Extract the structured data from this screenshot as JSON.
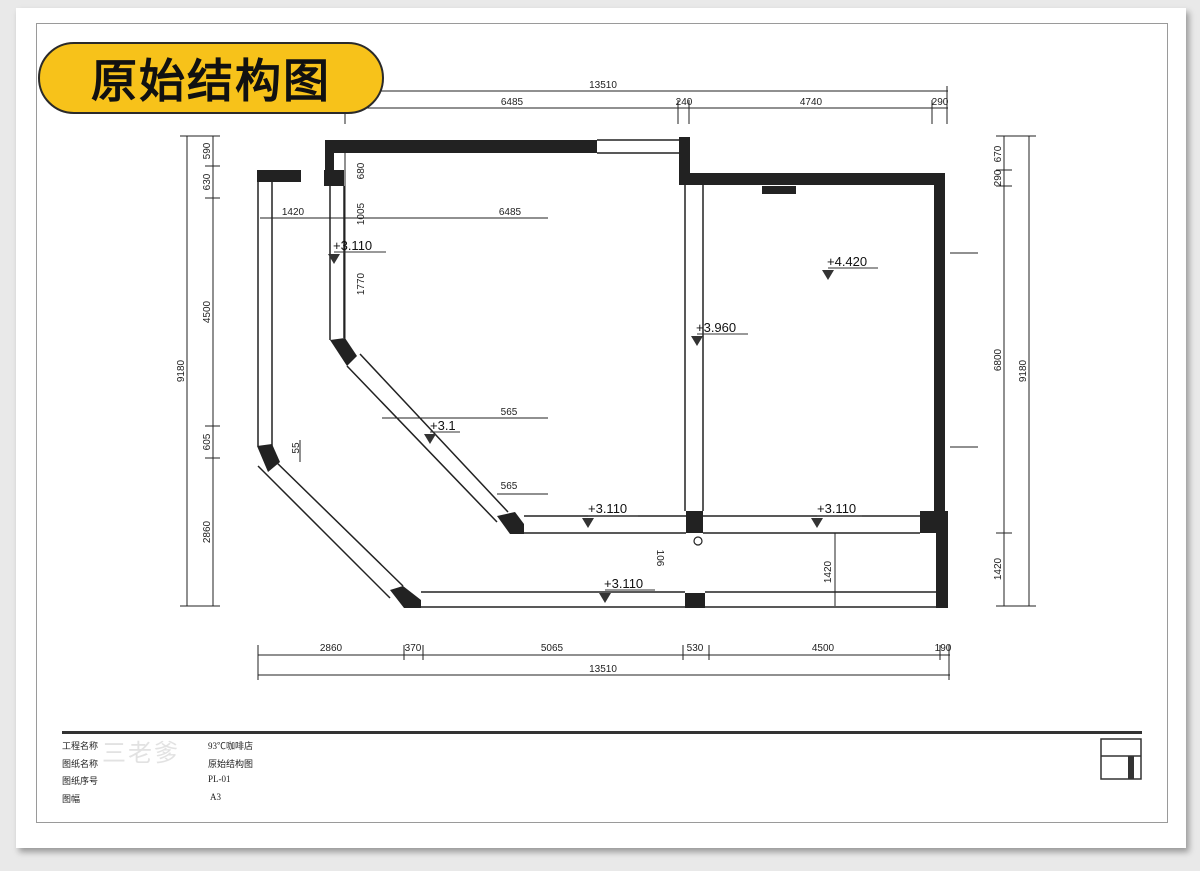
{
  "title_badge": "原始结构图",
  "dimensions": {
    "top_total": "13510",
    "top_segments": [
      "6485",
      "240",
      "4740",
      "290"
    ],
    "bottom_segments": [
      "2860",
      "370",
      "5065",
      "530",
      "4500",
      "190"
    ],
    "bottom_total": "13510",
    "left_outer_total": "9180",
    "left_segments": [
      "590",
      "630",
      "4500",
      "605",
      "2860"
    ],
    "right_outer_total": "9180",
    "right_segments": [
      "670",
      "290",
      "6800",
      "1420"
    ],
    "inner_1420": "1420",
    "inner_6485": "6485",
    "inner_680": "680",
    "inner_1005": "1005",
    "inner_1770": "1770",
    "inner_565_a": "565",
    "inner_565_b": "565",
    "inner_55": "55",
    "inner_1420_lower": "1420",
    "inner_106": "106"
  },
  "levels": {
    "l1": "+3.110",
    "l2": "+4.420",
    "l3": "+3.960",
    "l4": "+3.1",
    "l5": "+3.110",
    "l6": "+3.110",
    "l7": "+3.110"
  },
  "title_block": {
    "project_label": "工程名称",
    "project_value": "93℃咖啡店",
    "drawing_label": "图纸名称",
    "drawing_value": "原始结构图",
    "number_label": "图纸序号",
    "number_value": "PL-01",
    "size_label": "图幅",
    "size_value": "A3",
    "watermark": "三老爹"
  }
}
